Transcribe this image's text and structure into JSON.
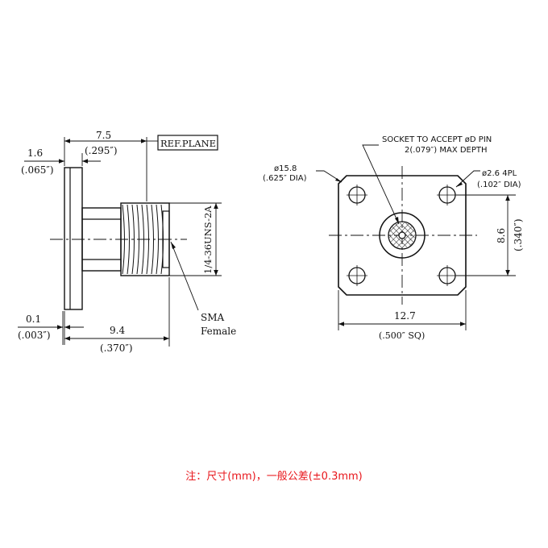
{
  "side_view": {
    "dim_overall": "7.5",
    "dim_overall_in": "(.295″)",
    "ref_plane": "REF.PLANE",
    "dim_flange": "1.6",
    "dim_flange_in": "(.065″)",
    "dim_gap": "0.1",
    "dim_gap_in": "(.003″)",
    "dim_body": "9.4",
    "dim_body_in": "(.370″)",
    "thread_label": "1/4-36UNS-2A",
    "type_label_1": "SMA",
    "type_label_2": "Female"
  },
  "front_view": {
    "socket_line1": "SOCKET TO ACCEPT øD PIN",
    "socket_line2": "2(.079″) MAX DEPTH",
    "flange_dia": "ø15.8",
    "flange_dia_in": "(.625″ DIA)",
    "hole_dia": "ø2.6 4PL",
    "hole_dia_in": "(.102″ DIA)",
    "hole_spacing": "8.6",
    "hole_spacing_in": "(.340″)",
    "square": "12.7",
    "square_in": "(.500″ SQ)"
  },
  "note": {
    "text": "注：尺寸(mm)，一般公差(±0.3mm)",
    "color": "#e8161b"
  }
}
